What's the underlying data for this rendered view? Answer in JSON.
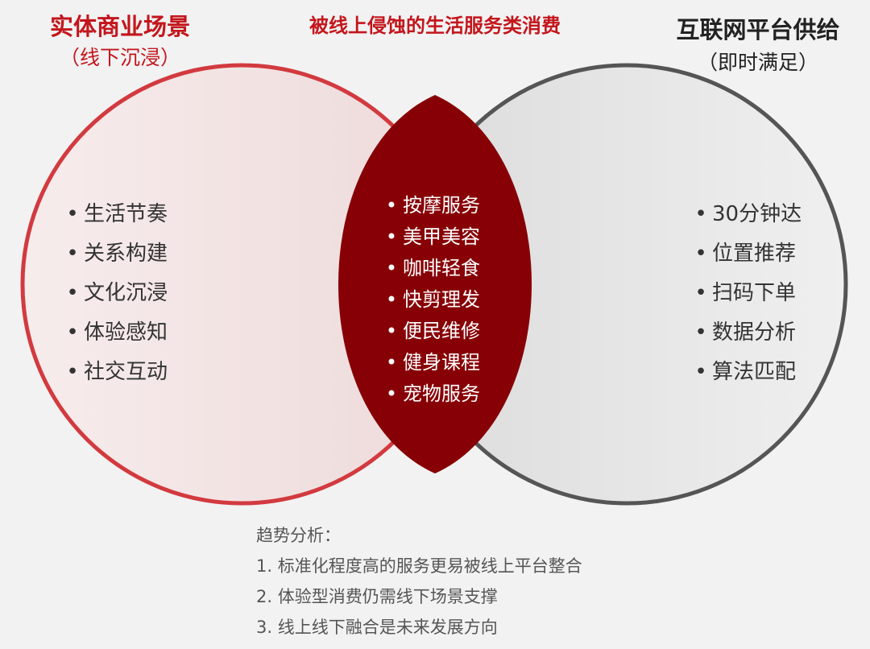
{
  "colors": {
    "background": "#f2f2f2",
    "red": "#c3161c",
    "left_circle_stroke": "#d23a3f",
    "left_circle_fill": "#f3e4e4",
    "right_circle_stroke": "#555555",
    "right_circle_fill": "#e4e4e4",
    "overlap_fill": "#870006"
  },
  "left": {
    "title": "实体商业场景",
    "subtitle": "（线下沉浸）",
    "items": [
      "生活节奏",
      "关系构建",
      "文化沉浸",
      "体验感知",
      "社交互动"
    ]
  },
  "center": {
    "title": "被线上侵蚀的生活服务类消费",
    "items": [
      "按摩服务",
      "美甲美容",
      "咖啡轻食",
      "快剪理发",
      "便民维修",
      "健身课程",
      "宠物服务"
    ]
  },
  "right": {
    "title": "互联网平台供给",
    "subtitle": "（即时满足）",
    "items": [
      "30分钟达",
      "位置推荐",
      "扫码下单",
      "数据分析",
      "算法匹配"
    ]
  },
  "bullet": "•",
  "notes": {
    "heading": "趋势分析：",
    "lines": [
      "1. 标准化程度高的服务更易被线上平台整合",
      "2. 体验型消费仍需线下场景支撑",
      "3. 线上线下融合是未来发展方向"
    ]
  }
}
